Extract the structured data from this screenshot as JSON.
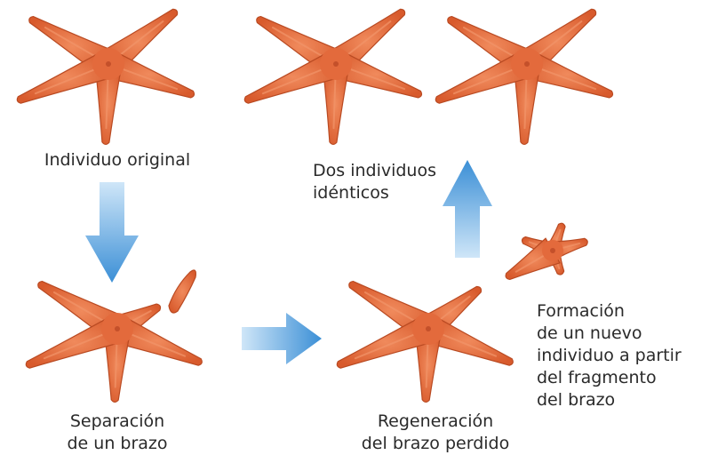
{
  "labels": {
    "original": "Individuo original",
    "identical_line1": "Dos individuos",
    "identical_line2": "idénticos",
    "separation_line1": "Separación",
    "separation_line2": "de un brazo",
    "regeneration_line1": "Regeneración",
    "regeneration_line2": "del brazo perdido",
    "formation_line1": "Formación",
    "formation_line2": "de un nuevo",
    "formation_line3": "individuo a partir",
    "formation_line4": "del fragmento",
    "formation_line5": "del brazo"
  },
  "colors": {
    "starfish_fill": "#e36a3c",
    "starfish_edge": "#b94a22",
    "starfish_highlight": "#f2956a",
    "arrow_light": "#cfe6f8",
    "arrow_dark": "#3b8fd6",
    "text": "#2a2a2a"
  },
  "icons": {
    "starfish": "starfish-icon",
    "arrow": "arrow-icon"
  }
}
